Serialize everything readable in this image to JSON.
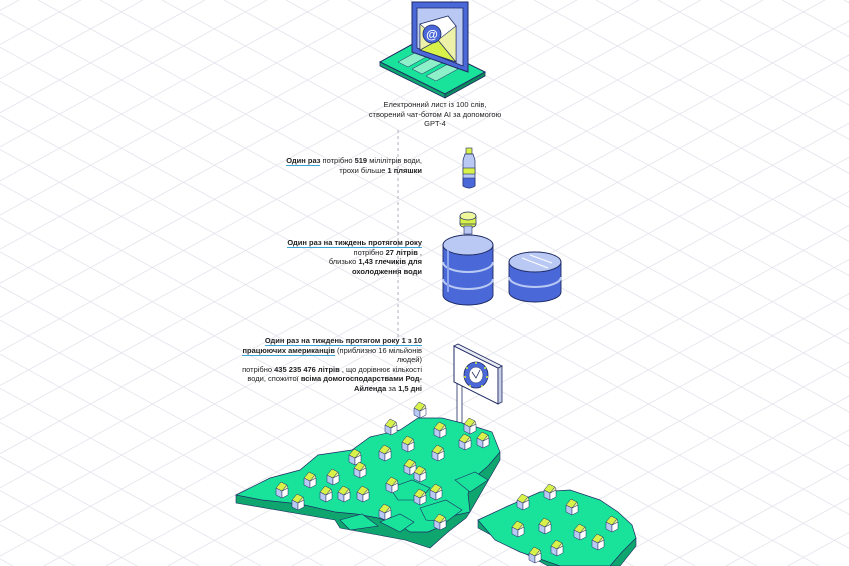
{
  "caption": {
    "line1": "Електронний лист із 100 слів,",
    "line2": "створений чат-ботом AI за допомогою",
    "line3": "GPT-4"
  },
  "step1": {
    "lead": "Один раз",
    "t1": " потрібно ",
    "amount": "519",
    "t2": " мілілітрів води,",
    "t3": "трохи більше ",
    "bottle": "1 пляшки"
  },
  "step2": {
    "lead": "Один раз на тиждень протягом року",
    "t1": "потрібно ",
    "amount": "27 літрів",
    "t2": " ,",
    "t3": "близько ",
    "jugs": "1,43 глечиків для",
    "t4": "охолодження води"
  },
  "step3": {
    "lead": "Один раз на тиждень протягом року 1 з 10",
    "l2a": "працюючих американців",
    "l2b": " (приблизно 16 мільйонів",
    "l3": "людей)",
    "l4a": "потрібно ",
    "l4b": "435 235 476 літрів",
    "l4c": " , що дорівнює кількості",
    "l5a": "води, спожитої ",
    "l5b": "всіма домогосподарствами Род-",
    "l6a": "Айленда",
    "l6b": " за ",
    "l6c": "1,5 дні"
  },
  "colors": {
    "green": "#19e39b",
    "greenDark": "#0fa56f",
    "blue": "#4a68d8",
    "blueLight": "#b9c9f4",
    "lime": "#d8f24a",
    "navy": "#1e2a63",
    "grid": "#e6e6ee"
  },
  "icons": [
    "laptop-email-icon",
    "water-bottle-icon",
    "water-jug-icon",
    "rhode-island-sign-icon",
    "house-icon"
  ]
}
